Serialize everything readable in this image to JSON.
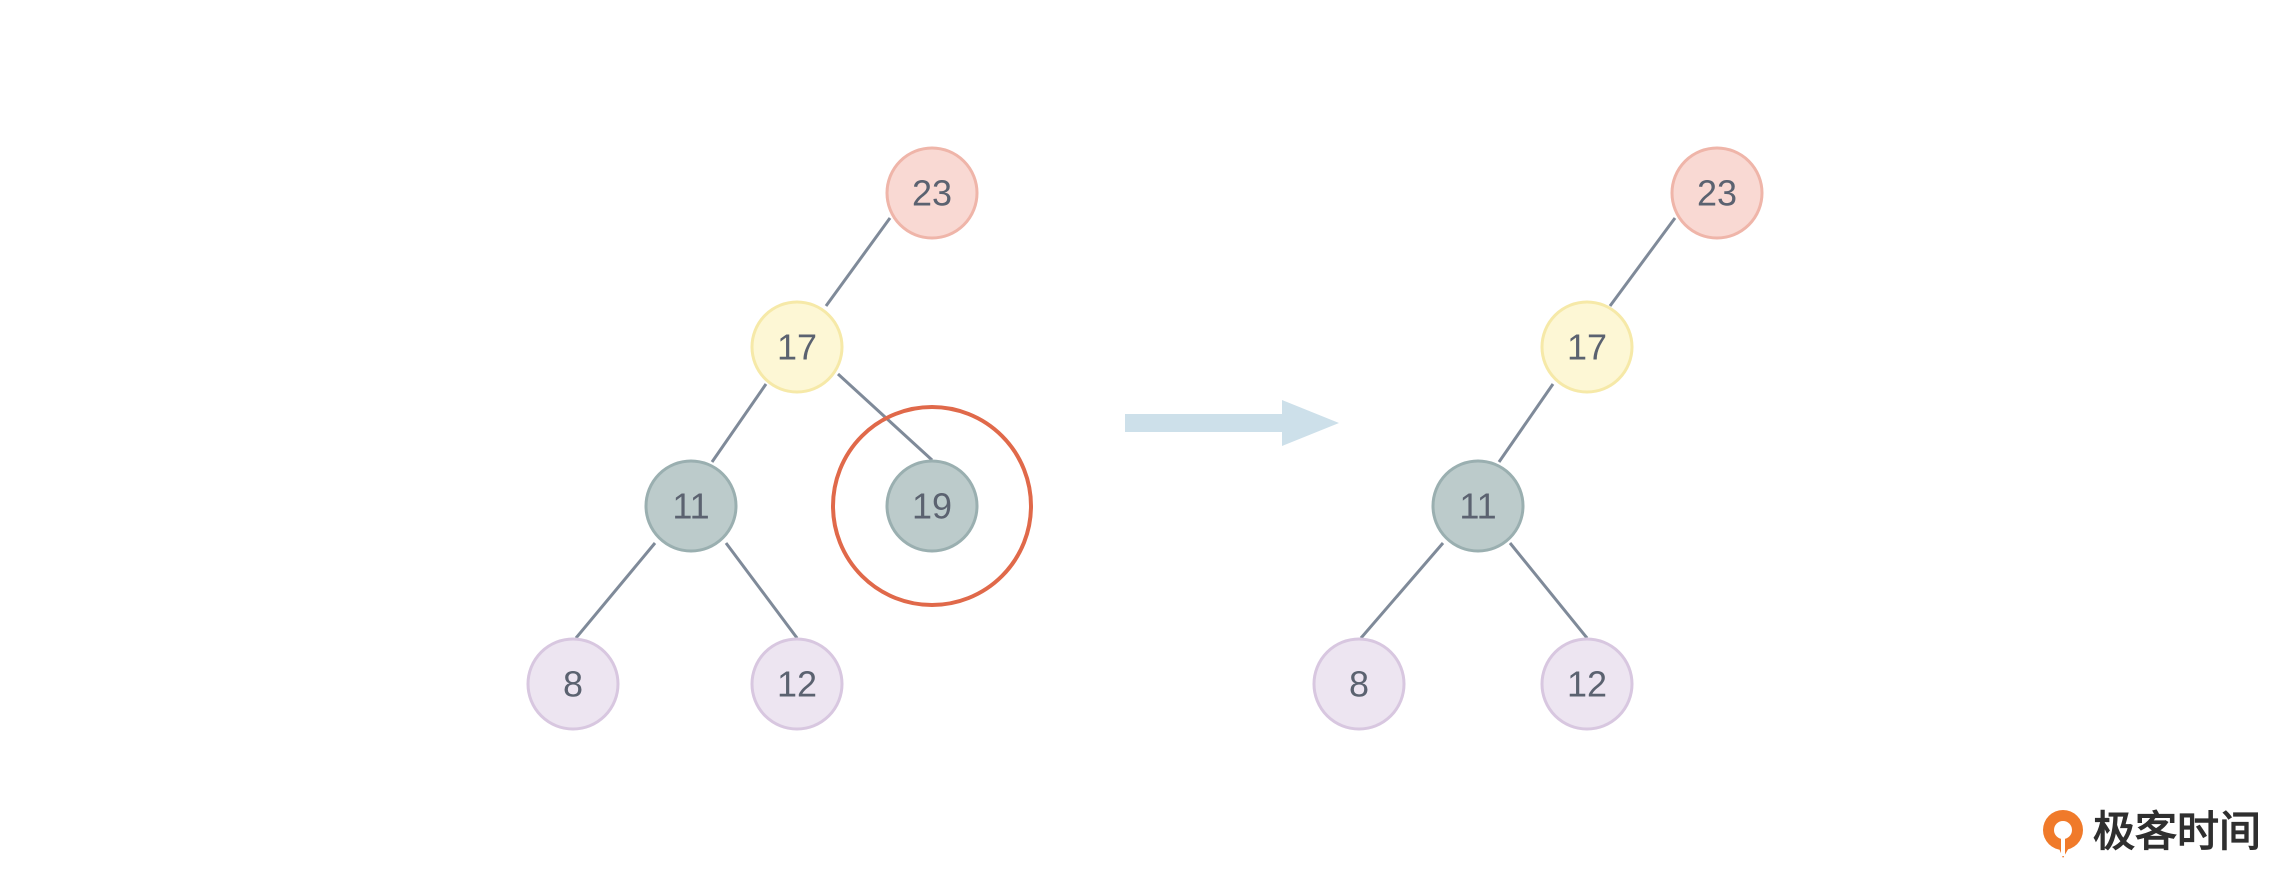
{
  "colors": {
    "edge": "#7f8a99",
    "highlight_ring": "#e0694a",
    "arrow": "#cde0ea",
    "node_red_fill": "#f9d9d3",
    "node_red_stroke": "#efb5a9",
    "node_yellow_fill": "#fdf7d5",
    "node_yellow_stroke": "#f6e9a8",
    "node_teal_fill": "#bccbcb",
    "node_teal_stroke": "#9aafb0",
    "node_purple_fill": "#ede5f1",
    "node_purple_stroke": "#d8c7e0",
    "label": "#5b6270",
    "brand_orange": "#f07a2a"
  },
  "before_tree": {
    "nodes": [
      {
        "id": "n23",
        "label": "23",
        "color": "red"
      },
      {
        "id": "n17",
        "label": "17",
        "color": "yellow"
      },
      {
        "id": "n11",
        "label": "11",
        "color": "teal"
      },
      {
        "id": "n19",
        "label": "19",
        "color": "teal",
        "highlighted": true
      },
      {
        "id": "n8",
        "label": "8",
        "color": "purple"
      },
      {
        "id": "n12",
        "label": "12",
        "color": "purple"
      }
    ],
    "edges": [
      [
        "n23",
        "n17"
      ],
      [
        "n17",
        "n11"
      ],
      [
        "n17",
        "n19"
      ],
      [
        "n11",
        "n8"
      ],
      [
        "n11",
        "n12"
      ]
    ]
  },
  "after_tree": {
    "nodes": [
      {
        "id": "m23",
        "label": "23",
        "color": "red"
      },
      {
        "id": "m17",
        "label": "17",
        "color": "yellow"
      },
      {
        "id": "m11",
        "label": "11",
        "color": "teal"
      },
      {
        "id": "m8",
        "label": "8",
        "color": "purple"
      },
      {
        "id": "m12",
        "label": "12",
        "color": "purple"
      }
    ],
    "edges": [
      [
        "m23",
        "m17"
      ],
      [
        "m17",
        "m11"
      ],
      [
        "m11",
        "m8"
      ],
      [
        "m11",
        "m12"
      ]
    ]
  },
  "arrow_icon": "right-arrow-icon",
  "logo": {
    "icon": "geektime-logo-icon",
    "text": "极客时间"
  }
}
